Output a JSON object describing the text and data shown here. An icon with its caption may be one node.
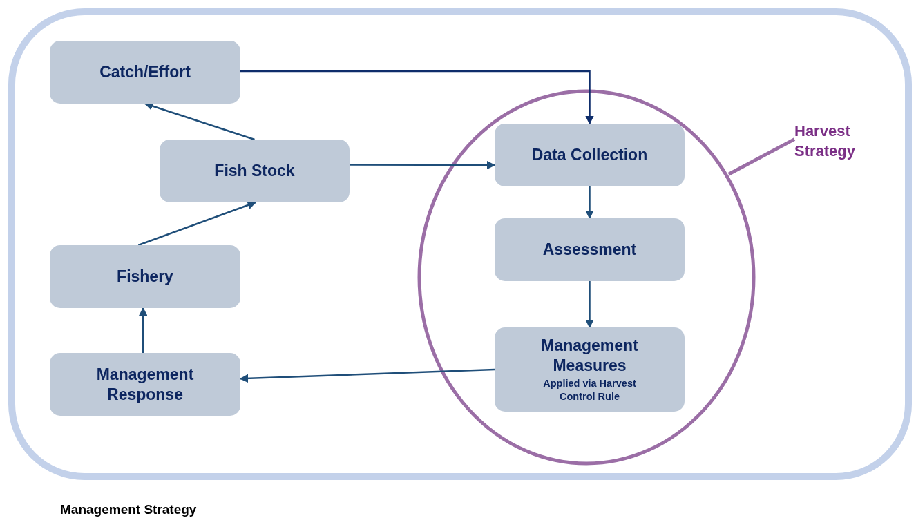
{
  "diagram": {
    "nodes": [
      {
        "text": [
          "Management Strategy"
        ]
      },
      {
        "text": [
          "Catch/Effort"
        ],
        "in": 0
      },
      {
        "text": [
          "Fish Stock"
        ],
        "in": 0
      },
      {
        "text": [
          "Fishery"
        ],
        "in": 0
      },
      {
        "text": [
          "Management Response"
        ],
        "in": 0
      },
      {
        "text": [],
        "shape": "circle",
        "in": 0
      },
      {
        "text": [
          "Data Collection"
        ],
        "in": 5
      },
      {
        "text": [
          "Assessment"
        ],
        "in": 5
      },
      {
        "text": [
          "Management Measures",
          "Applied via Harvest Control Rule"
        ],
        "in": 5
      },
      {
        "text": [
          "Harvest Strategy"
        ],
        "in": 0
      }
    ],
    "edges": [
      {
        "from": 1,
        "to": 6,
        "arrow": "to",
        "color": "#0e2d6b"
      },
      {
        "from": 2,
        "to": 1,
        "arrow": "to"
      },
      {
        "from": 2,
        "to": 6,
        "arrow": "to"
      },
      {
        "from": 3,
        "to": 2,
        "arrow": "to"
      },
      {
        "from": 4,
        "to": 3,
        "arrow": "to"
      },
      {
        "from": 6,
        "to": 7,
        "arrow": "to"
      },
      {
        "from": 7,
        "to": 8,
        "arrow": "to"
      },
      {
        "from": 8,
        "to": 4,
        "arrow": "to"
      },
      {
        "from": 9,
        "to": 5,
        "arrow": "none",
        "style": "thick",
        "color": "#9b6ea6"
      }
    ]
  }
}
